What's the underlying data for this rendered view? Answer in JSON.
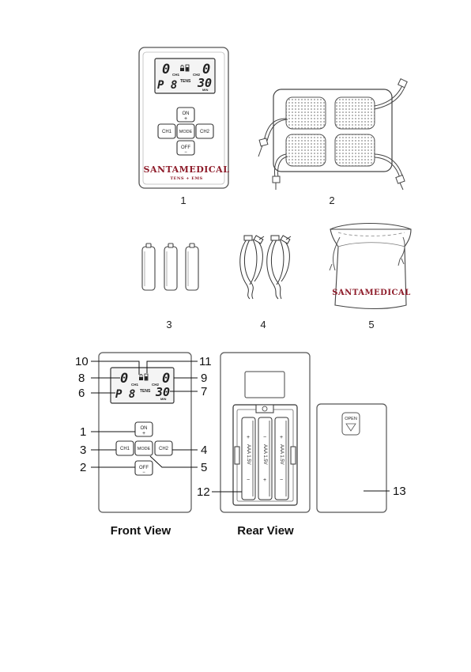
{
  "device": {
    "lcd": {
      "ch1_level": "0",
      "ch2_level": "0",
      "program": "P 8",
      "timer": "30",
      "ch1_label": "CH1",
      "ch2_label": "CH2",
      "mode_label": "TENS",
      "timer_unit": "MIN"
    },
    "buttons": {
      "on": "ON",
      "on_sign": "+",
      "off": "OFF",
      "off_sign": "−",
      "mode": "MODE",
      "ch1": "CH1",
      "ch2": "CH2"
    },
    "brand": "SANTAMEDICAL",
    "brand_sub": "TENS + EMS"
  },
  "pouch_brand": "SANTAMEDICAL",
  "battery_cover_label": "OPEN",
  "battery_compartment": {
    "cell_label": "AAA 1.5V",
    "plus": "+",
    "minus": "−"
  },
  "item_numbers": [
    "1",
    "2",
    "3",
    "4",
    "5"
  ],
  "callouts": {
    "c1": "1",
    "c2": "2",
    "c3": "3",
    "c4": "4",
    "c5": "5",
    "c6": "6",
    "c7": "7",
    "c8": "8",
    "c9": "9",
    "c10": "10",
    "c11": "11",
    "c12": "12",
    "c13": "13"
  },
  "views": {
    "front": "Front View",
    "rear": "Rear View"
  }
}
